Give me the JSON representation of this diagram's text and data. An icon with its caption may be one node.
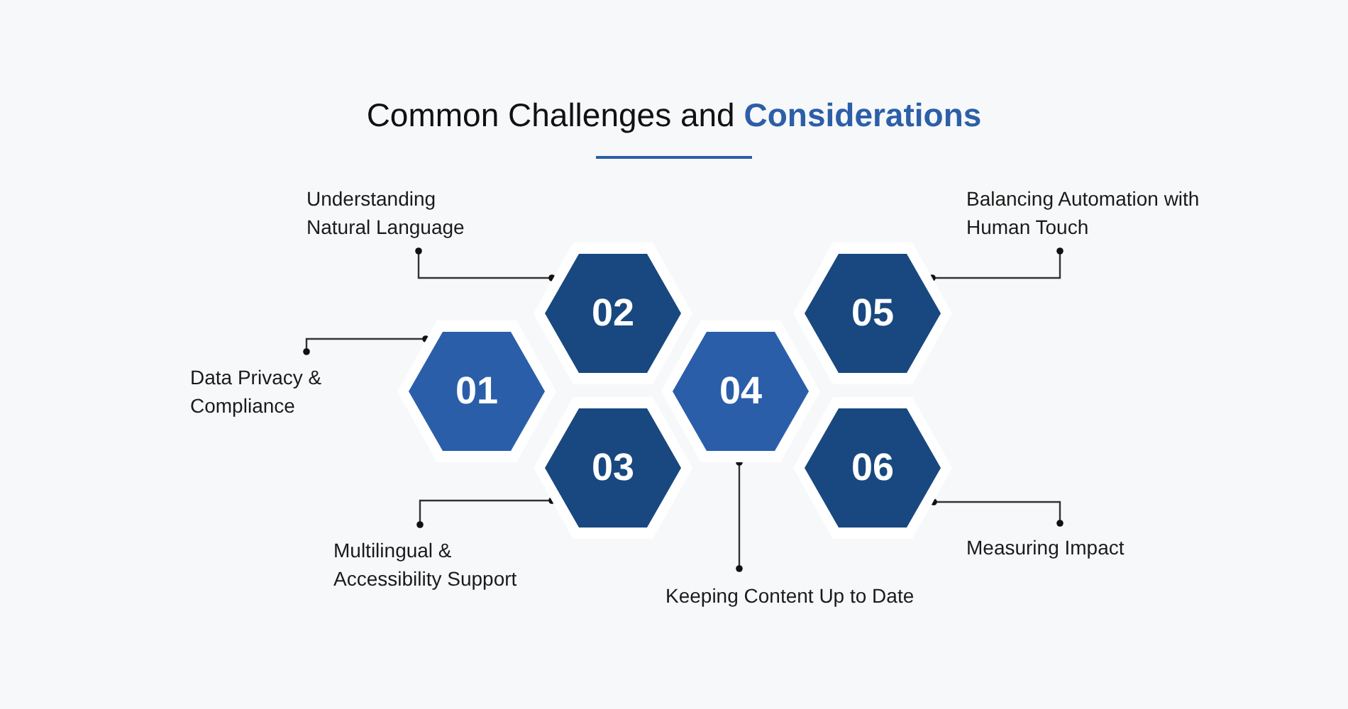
{
  "diagram": {
    "title": "Common Challenges and **Considerations**",
    "nodes": [
      {
        "text": [
          "01"
        ]
      },
      {
        "text": [
          "02"
        ]
      },
      {
        "text": [
          "03"
        ]
      },
      {
        "text": [
          "04"
        ]
      },
      {
        "text": [
          "05"
        ]
      },
      {
        "text": [
          "06"
        ]
      },
      {
        "text": [
          "Understanding Natural Language"
        ]
      },
      {
        "text": [
          "Data Privacy & Compliance"
        ]
      },
      {
        "text": [
          "Multilingual & Accessibility Support"
        ]
      },
      {
        "text": [
          "Keeping Content Up to Date"
        ]
      },
      {
        "text": [
          "Balancing Automation with Human Touch"
        ]
      },
      {
        "text": [
          "Measuring Impact"
        ]
      }
    ],
    "edges": [
      {
        "from": 6,
        "to": 1,
        "arrow": "other"
      },
      {
        "from": 7,
        "to": 0,
        "arrow": "other"
      },
      {
        "from": 8,
        "to": 2,
        "arrow": "other"
      },
      {
        "from": 9,
        "to": 3,
        "arrow": "other"
      },
      {
        "from": 10,
        "to": 4,
        "arrow": "other"
      },
      {
        "from": 11,
        "to": 5,
        "arrow": "other"
      }
    ]
  }
}
